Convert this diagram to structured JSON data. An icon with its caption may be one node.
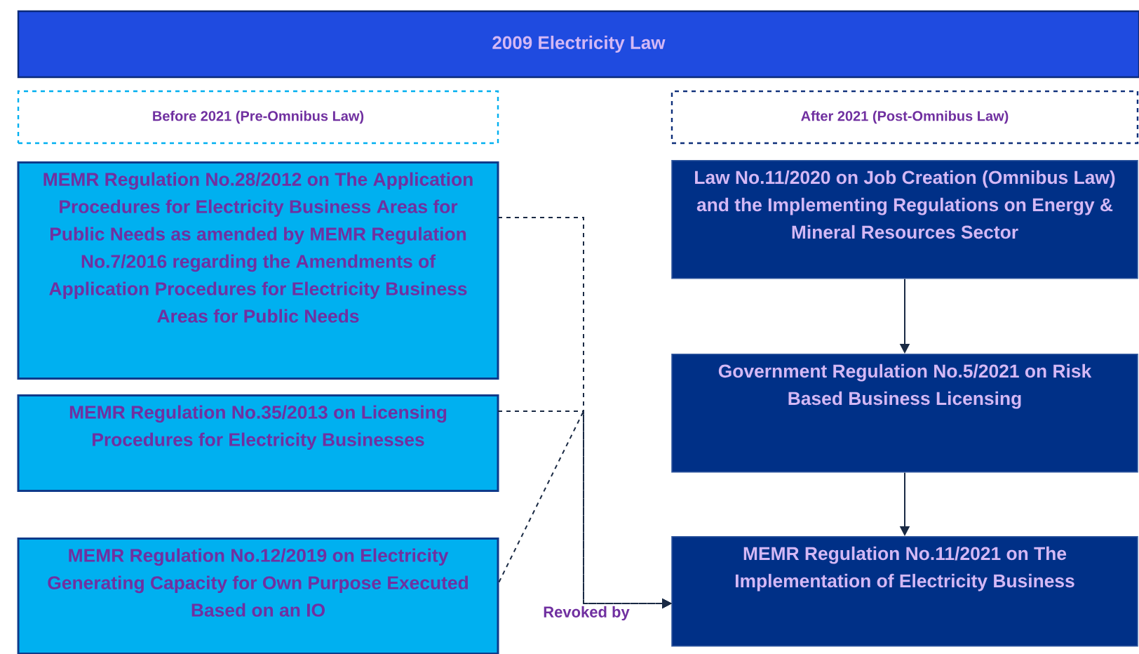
{
  "diagram": {
    "nodes": [
      {
        "text": [
          "2009 Electricity Law"
        ]
      },
      {
        "text": [
          "Before 2021 (Pre-Omnibus Law)"
        ]
      },
      {
        "text": [
          "After 2021 (Post-Omnibus Law)"
        ]
      },
      {
        "text": [
          "MEMR Regulation No.28/2012 on The Application Procedures for Electricity Business Areas for Public Needs as amended by MEMR Regulation No.7/2016 regarding the Amendments of Application Procedures for Electricity Business Areas for Public Needs"
        ]
      },
      {
        "text": [
          "MEMR Regulation No.35/2013 on Licensing Procedures for Electricity Businesses"
        ]
      },
      {
        "text": [
          "MEMR Regulation No.12/2019 on Electricity Generating Capacity for Own Purpose Executed Based on an IO"
        ]
      },
      {
        "text": [
          "Law No.11/2020 on Job Creation (Omnibus Law) and the Implementing Regulations on Energy & Mineral Resources Sector"
        ]
      },
      {
        "text": [
          "Government Regulation No.5/2021 on Risk Based Business Licensing"
        ]
      },
      {
        "text": [
          "MEMR Regulation No.11/2021 on The Implementation of Electricity Business"
        ]
      }
    ],
    "edges": [
      {
        "from": 3,
        "to": 8,
        "arrow": "to",
        "style": "dashed",
        "label": "Revoked by"
      },
      {
        "from": 4,
        "to": 8,
        "arrow": "to",
        "style": "dashed"
      },
      {
        "from": 5,
        "to": 8,
        "arrow": "to",
        "style": "dashed"
      },
      {
        "from": 6,
        "to": 7,
        "arrow": "to"
      },
      {
        "from": 7,
        "to": 8,
        "arrow": "to"
      }
    ]
  }
}
